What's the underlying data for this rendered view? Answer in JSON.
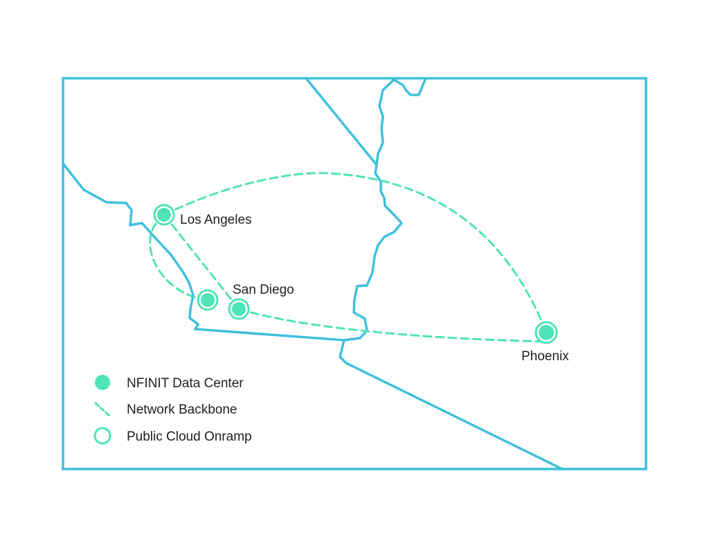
{
  "map": {
    "colors": {
      "border": "#3fbfde",
      "accent": "#4fe3b6",
      "text": "#1e1e1e",
      "background": "#ffffff"
    },
    "cities": {
      "los_angeles": "Los Angeles",
      "san_diego": "San Diego",
      "phoenix": "Phoenix"
    },
    "legend": {
      "data_center": "NFINIT Data Center",
      "backbone": "Network Backbone",
      "onramp": "Public Cloud Onramp"
    }
  }
}
